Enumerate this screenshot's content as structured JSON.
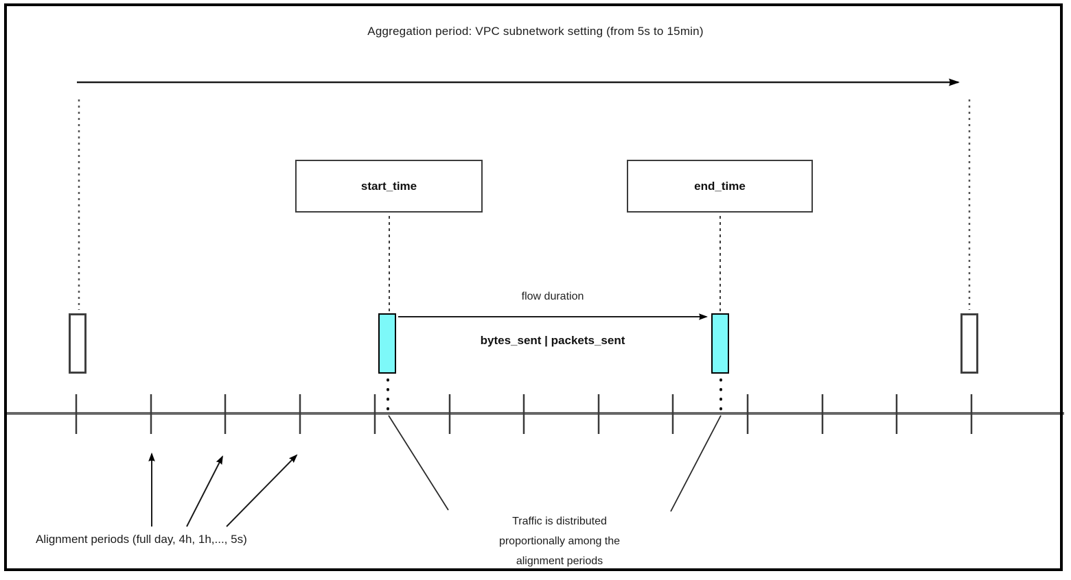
{
  "diagram": {
    "title": "Aggregation period: VPC subnetwork setting (from 5s to 15min)",
    "start_marker": {
      "label": "start_time"
    },
    "end_marker": {
      "label": "end_time"
    },
    "flow": {
      "duration_label": "flow duration",
      "metrics_label": "bytes_sent | packets_sent"
    },
    "alignment_note": "Alignment periods (full day, 4h, 1h,..., 5s)",
    "traffic_note": {
      "line1": "Traffic is distributed",
      "line2": "proportionally among the",
      "line3": "alignment periods"
    },
    "colors": {
      "flow_marker_fill": "#7df9f9",
      "timeline": "#666666",
      "line": "#1a1a1a"
    }
  }
}
